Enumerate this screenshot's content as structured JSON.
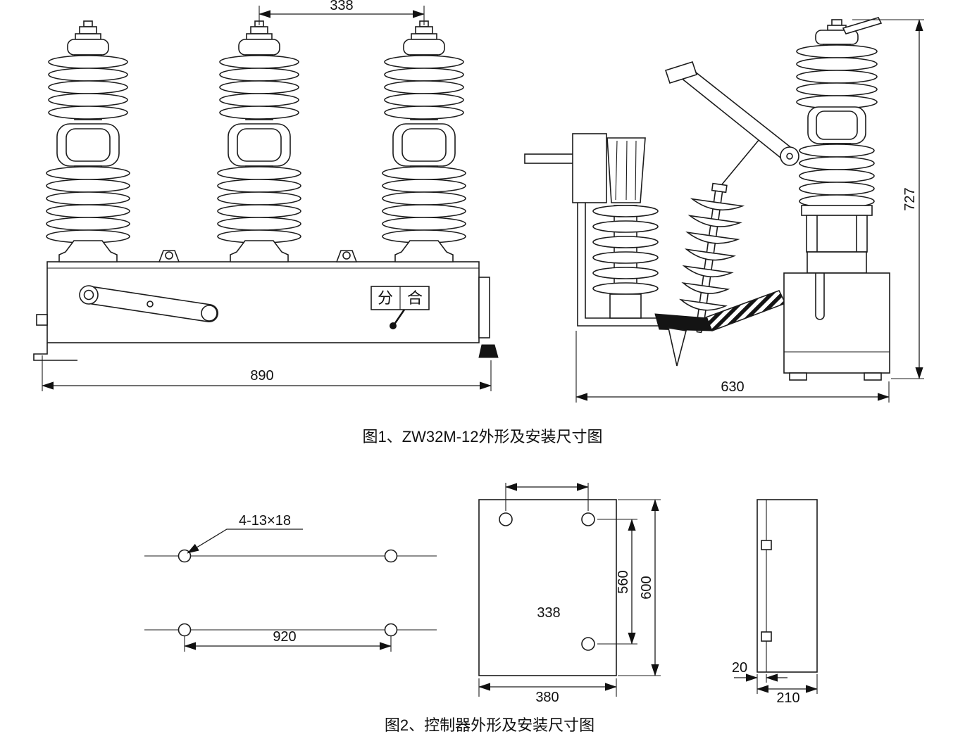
{
  "colors": {
    "ink": "#1c1c1c",
    "background": "#ffffff"
  },
  "figure1": {
    "caption": "图1、ZW32M-12外形及安装尺寸图",
    "front_view": {
      "dim_top_span": "338",
      "dim_width": "890",
      "indicator_open": "分",
      "indicator_close": "合"
    },
    "side_view": {
      "dim_height": "727",
      "dim_width": "630"
    }
  },
  "figure2": {
    "caption": "图2、控制器外形及安装尺寸图",
    "mounting_holes": {
      "hole_spec": "4-13×18",
      "dim_width": "920"
    },
    "front_plate": {
      "dim_hole_span": "338",
      "dim_hole_height": "560",
      "dim_height": "600",
      "dim_width": "380"
    },
    "side_plate": {
      "dim_door_offset": "20",
      "dim_depth": "210"
    }
  }
}
